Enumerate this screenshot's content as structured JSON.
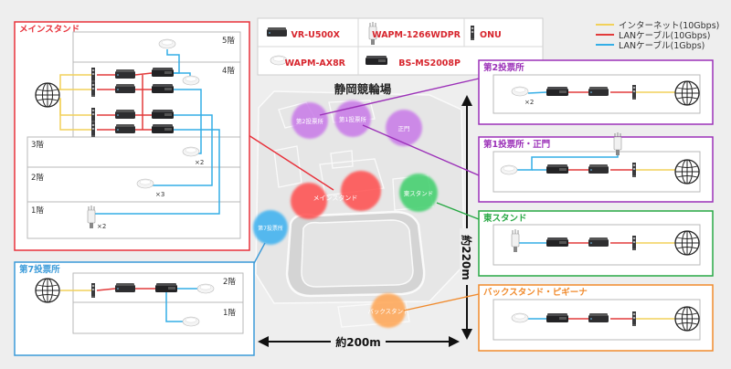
{
  "legend": {
    "device_items": [
      {
        "label": "VR-U500X",
        "icon": "router-icon"
      },
      {
        "label": "WAPM-1266WDPR",
        "icon": "outdoor-ap-icon"
      },
      {
        "label": "ONU",
        "icon": "onu-icon"
      },
      {
        "label": "WAPM-AX8R",
        "icon": "ceiling-ap-icon"
      },
      {
        "label": "BS-MS2008P",
        "icon": "switch-icon"
      }
    ],
    "cable_items": [
      {
        "label": "インターネット(10Gbps)",
        "color": "#f2d15a"
      },
      {
        "label": "LANケーブル(10Gbps)",
        "color": "#e23b3b"
      },
      {
        "label": "LANケーブル(1Gbps)",
        "color": "#34aee6"
      }
    ]
  },
  "venue": {
    "title": "静岡競輪場",
    "width_label": "約200m",
    "height_label": "約220m",
    "zones": [
      {
        "label": "第2投票所",
        "color": "#c774e8"
      },
      {
        "label": "第1投票所",
        "color": "#c774e8"
      },
      {
        "label": "正門",
        "color": "#c774e8"
      },
      {
        "label": "メインスタンド",
        "color": "#ff4d4d"
      },
      {
        "label": "東スタンド",
        "color": "#3ecf6a"
      },
      {
        "label": "第7投票所",
        "color": "#3ab0f0"
      },
      {
        "label": "バックスタンド",
        "color": "#ffa552"
      }
    ]
  },
  "panels": {
    "main_stand": {
      "title": "メインスタンド",
      "color": "#e8303a",
      "floors": [
        "5階",
        "4階",
        "3階",
        "2階",
        "1階"
      ],
      "counts": [
        "×2",
        "×3",
        "×2"
      ]
    },
    "stand7": {
      "title": "第7投票所",
      "color": "#3a9ad9",
      "floors": [
        "2階",
        "1階"
      ]
    },
    "booth2": {
      "title": "第2投票所",
      "color": "#9b30b8",
      "count": "×2"
    },
    "booth1": {
      "title": "第1投票所・正門",
      "color": "#9b30b8"
    },
    "east": {
      "title": "東スタンド",
      "color": "#27a844"
    },
    "back": {
      "title": "バックスタンド・ピギーナ",
      "color": "#f08a2c"
    }
  }
}
